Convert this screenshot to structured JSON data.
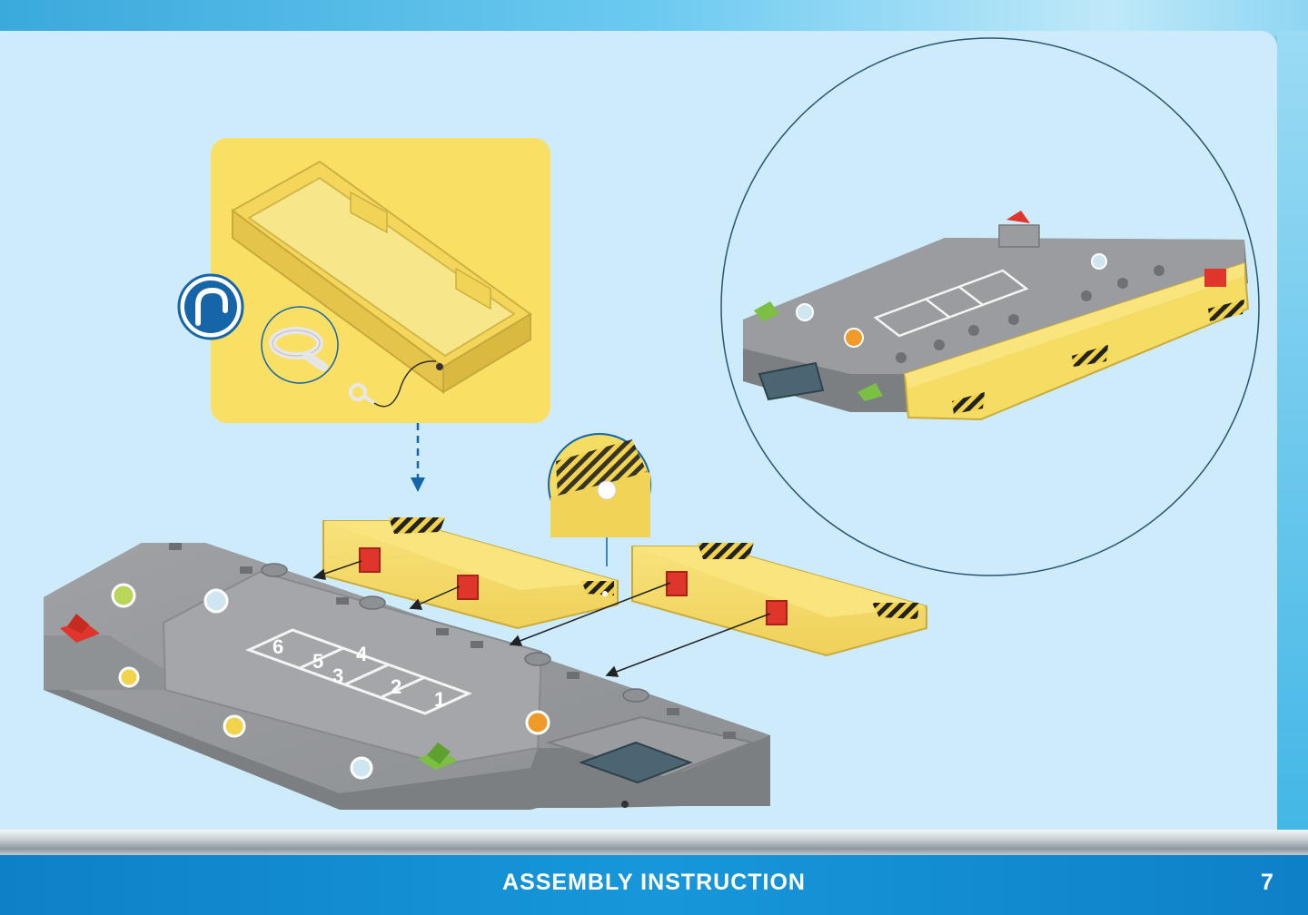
{
  "footer": {
    "title": "ASSEMBLY INSTRUCTION",
    "page_number": "7"
  },
  "icons": [
    "hook-symbol-icon",
    "key-magnifier-icon",
    "peg-magnifier-icon"
  ],
  "colors": {
    "footer_blue": "#1590d6",
    "panel_blue": "#cdebfa",
    "yellow_part": "#f5dc63",
    "grey_base": "#9a9c9f",
    "red_clip": "#e0352b",
    "green_clip": "#7cc043"
  },
  "hopscotch_numbers": [
    "1",
    "2",
    "3",
    "4",
    "5",
    "6"
  ]
}
